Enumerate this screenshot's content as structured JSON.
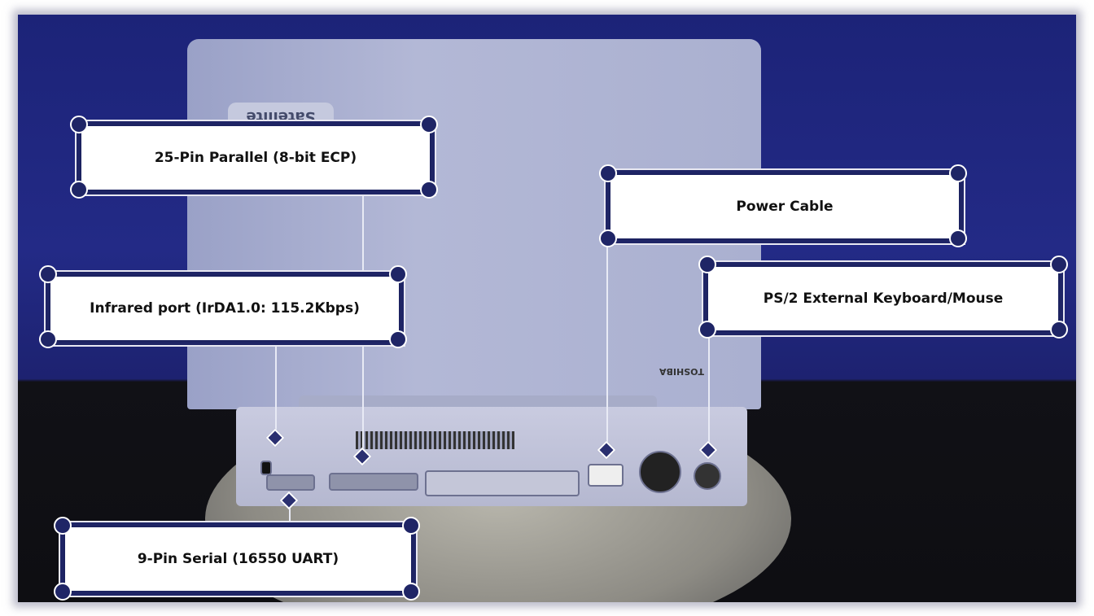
{
  "photo": {
    "logos": {
      "lid_logo": "Satellite",
      "brand": "TOSHIBA"
    }
  },
  "labels": {
    "parallel": "25-Pin Parallel (8-bit ECP)",
    "power": "Power Cable",
    "ps2": "PS/2 External Keyboard/Mouse",
    "infrared": "Infrared port (IrDA1.0: 115.2Kbps)",
    "serial": "9-Pin Serial (16550 UART)"
  }
}
